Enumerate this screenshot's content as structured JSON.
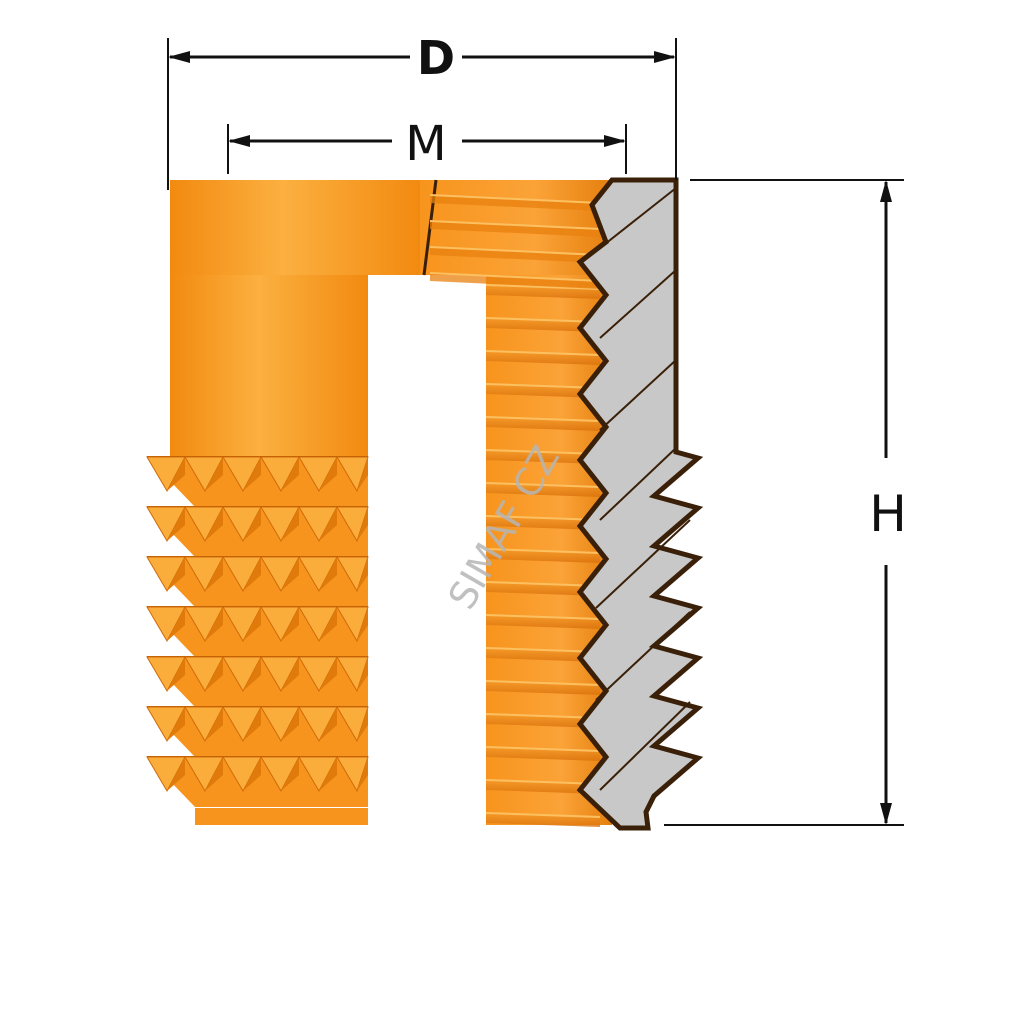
{
  "dimensions": {
    "outer_diameter_label": "D",
    "thread_label": "M",
    "height_label": "H"
  },
  "watermark": "SIMAF CZ",
  "colors": {
    "body_orange": "#f7941d",
    "body_light": "#fbb040",
    "body_dark": "#e0780a",
    "section_grey": "#c8c8c8",
    "outline": "#3a2008",
    "dim_line": "#111111",
    "watermark": "#b5b5b5"
  }
}
